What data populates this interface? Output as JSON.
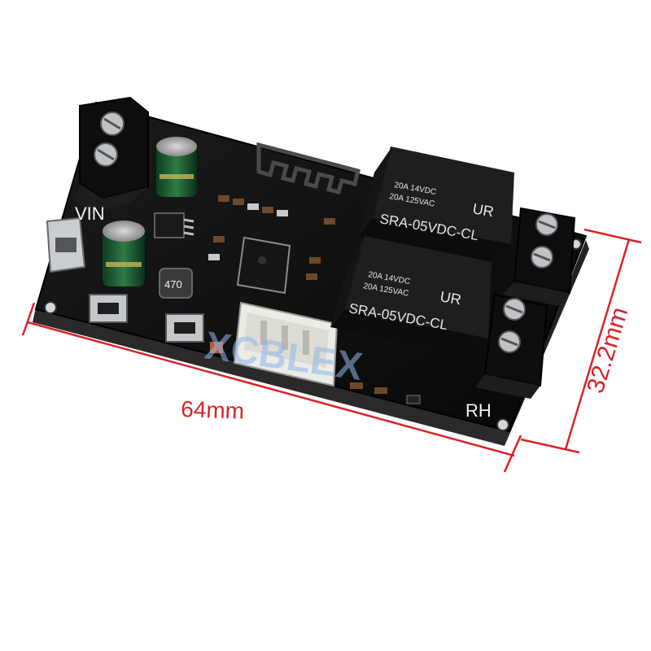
{
  "dimensions": {
    "length_label": "64mm",
    "width_label": "32.2mm",
    "line_color": "#d8232a"
  },
  "board": {
    "pcb_color": "#111111",
    "silk_vin": "VIN",
    "silk_rh": "RH",
    "inductor_marking": "470",
    "watermark": "XCBLEX"
  },
  "relays": [
    {
      "line1": "20A 14VDC",
      "line2": "20A 125VAC",
      "model": "SRA-05VDC-CL",
      "ul_mark": "UR"
    },
    {
      "line1": "20A 14VDC",
      "line2": "20A 125VAC",
      "model": "SRA-05VDC-CL",
      "ul_mark": "UR"
    }
  ]
}
